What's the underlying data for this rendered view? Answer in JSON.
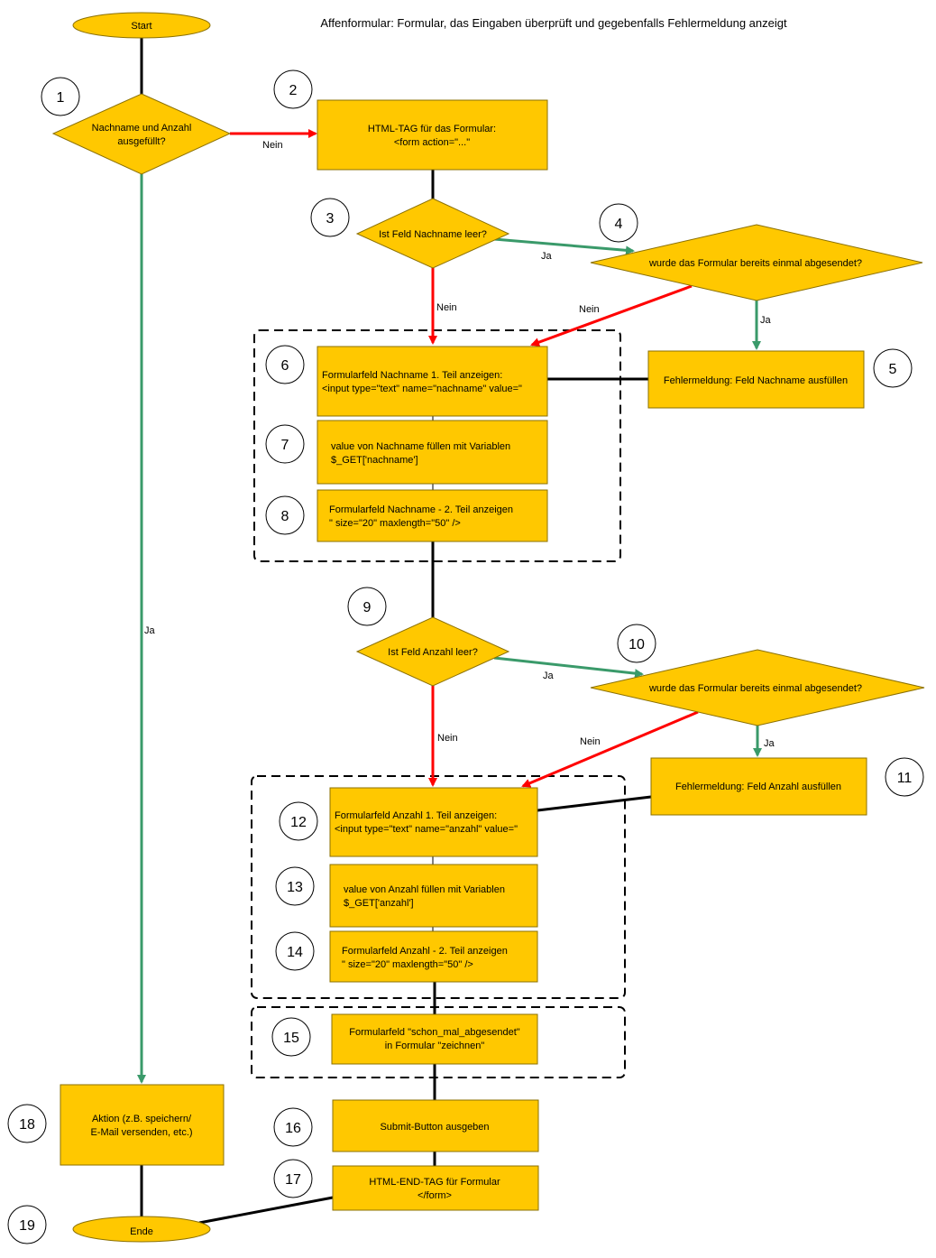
{
  "title": "Affenformular: Formular, das Eingaben überprüft und gegebenfalls Fehlermeldung anzeigt",
  "colors": {
    "shape_fill": "#FFC800",
    "shape_stroke": "#8B7000",
    "red_arrow": "#FF0000",
    "green_arrow": "#3A9A6A",
    "line": "#000000"
  },
  "nodes": {
    "start": {
      "lines": [
        "Start"
      ]
    },
    "d1": {
      "lines": [
        "Nachname und Anzahl",
        "ausgefüllt?"
      ]
    },
    "b2": {
      "lines": [
        "HTML-TAG für das Formular:",
        "<form action=\"...\""
      ]
    },
    "d3": {
      "lines": [
        "Ist Feld Nachname leer?"
      ]
    },
    "d4": {
      "lines": [
        "wurde das Formular bereits einmal abgesendet?"
      ]
    },
    "b5": {
      "lines": [
        "Fehlermeldung: Feld Nachname ausfüllen"
      ]
    },
    "b6": {
      "lines": [
        "Formularfeld Nachname 1. Teil anzeigen:",
        "<input type=\"text\" name=\"nachname\" value=\""
      ]
    },
    "b7": {
      "lines": [
        "value von Nachname füllen mit Variablen",
        "$_GET['nachname']"
      ]
    },
    "b8": {
      "lines": [
        "Formularfeld Nachname - 2. Teil anzeigen",
        "\" size=\"20\" maxlength=\"50\" />"
      ]
    },
    "d9": {
      "lines": [
        "Ist Feld Anzahl leer?"
      ]
    },
    "d10": {
      "lines": [
        "wurde das Formular bereits einmal abgesendet?"
      ]
    },
    "b11": {
      "lines": [
        "Fehlermeldung: Feld Anzahl ausfüllen"
      ]
    },
    "b12": {
      "lines": [
        "Formularfeld Anzahl 1. Teil anzeigen:",
        "<input type=\"text\" name=\"anzahl\" value=\""
      ]
    },
    "b13": {
      "lines": [
        "value von Anzahl füllen mit Variablen",
        "$_GET['anzahl']"
      ]
    },
    "b14": {
      "lines": [
        "Formularfeld Anzahl - 2. Teil anzeigen",
        "\" size=\"20\" maxlength=\"50\" />"
      ]
    },
    "b15": {
      "lines": [
        "Formularfeld \"schon_mal_abgesendet\"",
        "in Formular \"zeichnen\""
      ]
    },
    "b16": {
      "lines": [
        "Submit-Button ausgeben"
      ]
    },
    "b17": {
      "lines": [
        "HTML-END-TAG für Formular",
        "</form>"
      ]
    },
    "b18": {
      "lines": [
        "Aktion (z.B. speichern/",
        "E-Mail versenden, etc.)"
      ]
    },
    "end": {
      "lines": [
        "Ende"
      ]
    }
  },
  "step_numbers": [
    "1",
    "2",
    "3",
    "4",
    "5",
    "6",
    "7",
    "8",
    "9",
    "10",
    "11",
    "12",
    "13",
    "14",
    "15",
    "16",
    "17",
    "18",
    "19"
  ],
  "edge_labels": {
    "d1_no": "Nein",
    "d1_yes": "Ja",
    "d3_yes": "Ja",
    "d3_no": "Nein",
    "d4_no": "Nein",
    "d4_yes": "Ja",
    "d9_yes": "Ja",
    "d9_no": "Nein",
    "d10_no": "Nein",
    "d10_yes": "Ja"
  }
}
